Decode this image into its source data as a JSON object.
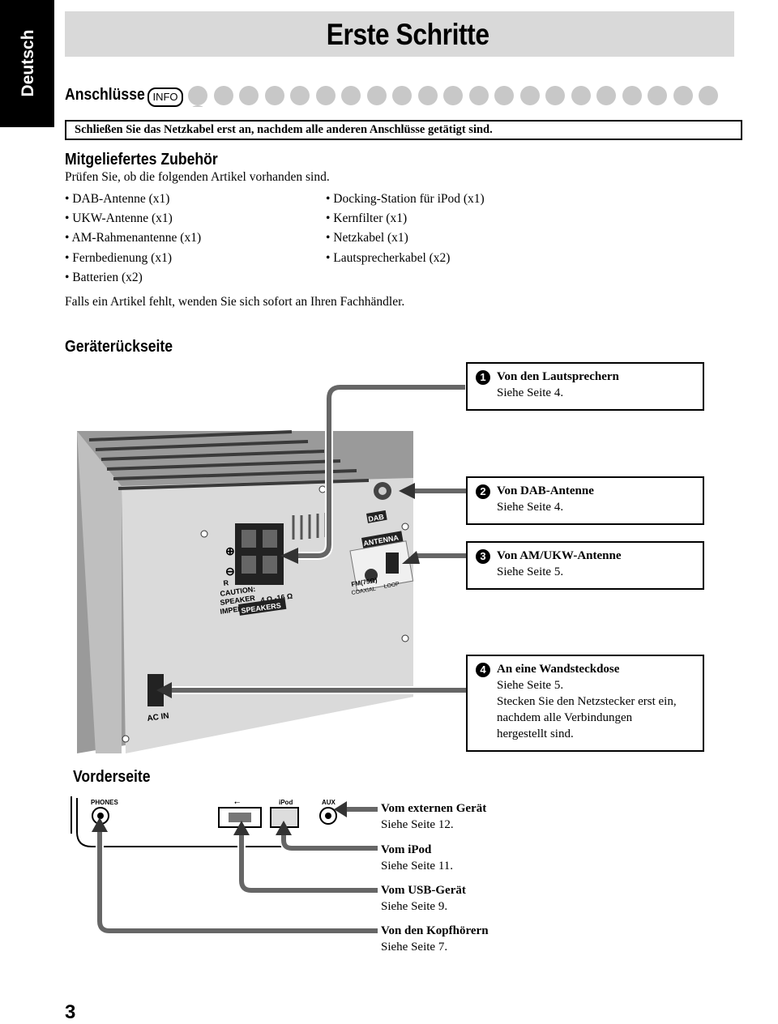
{
  "side_tab": "Deutsch",
  "page_title": "Erste Schritte",
  "section_connections": {
    "title": "Anschlüsse",
    "badge": "INFO"
  },
  "notice": "Schließen Sie das Netzkabel erst an, nachdem alle anderen Anschlüsse getätigt sind.",
  "accessories": {
    "title": "Mitgeliefertes Zubehör",
    "intro": "Prüfen Sie, ob die folgenden Artikel vorhanden sind.",
    "left_items": [
      "• DAB-Antenne (x1)",
      "• UKW-Antenne (x1)",
      "• AM-Rahmenantenne (x1)",
      "• Fernbedienung (x1)",
      "• Batterien (x2)"
    ],
    "right_items": [
      "• Docking-Station für iPod (x1)",
      "• Kernfilter (x1)",
      "• Netzkabel (x1)",
      "• Lautsprecherkabel (x2)"
    ],
    "footer": "Falls ein Artikel fehlt, wenden Sie sich sofort an Ihren Fachhändler."
  },
  "rear": {
    "title": "Geräterückseite",
    "callouts": [
      {
        "num": "1",
        "title": "Von den Lautsprechern",
        "lines": [
          "Siehe Seite 4."
        ]
      },
      {
        "num": "2",
        "title": "Von DAB-Antenne",
        "lines": [
          "Siehe Seite 4."
        ]
      },
      {
        "num": "3",
        "title": "Von AM/UKW-Antenne",
        "lines": [
          "Siehe Seite 5."
        ]
      },
      {
        "num": "4",
        "title": "An eine Wandsteckdose",
        "lines": [
          "Siehe Seite 5.",
          "Stecken Sie den Netzstecker erst ein,",
          "nachdem alle Verbindungen",
          "hergestellt sind."
        ]
      }
    ],
    "device_labels": {
      "dab": "DAB",
      "antenna": "ANTENNA",
      "fm": "FM(75Ω)",
      "coaxial": "COAXIAL",
      "loop": "LOOP",
      "caution1": "CAUTION:",
      "caution2": "SPEAKER",
      "caution3": "IMPEDANCE",
      "ohms": "4 Ω -16 Ω",
      "speakers": "SPEAKERS",
      "r": "R",
      "acin": "AC IN"
    }
  },
  "front": {
    "title": "Vorderseite",
    "device_labels": {
      "phones": "PHONES",
      "ipod": "iPod",
      "aux": "AUX"
    },
    "labels": [
      {
        "title": "Vom externen Gerät",
        "line": "Siehe Seite 12."
      },
      {
        "title": "Vom iPod",
        "line": "Siehe Seite 11."
      },
      {
        "title": "Vom USB-Gerät",
        "line": "Siehe Seite 9."
      },
      {
        "title": "Von den Kopfhörern",
        "line": "Siehe Seite 7."
      }
    ]
  },
  "page_number": "3"
}
